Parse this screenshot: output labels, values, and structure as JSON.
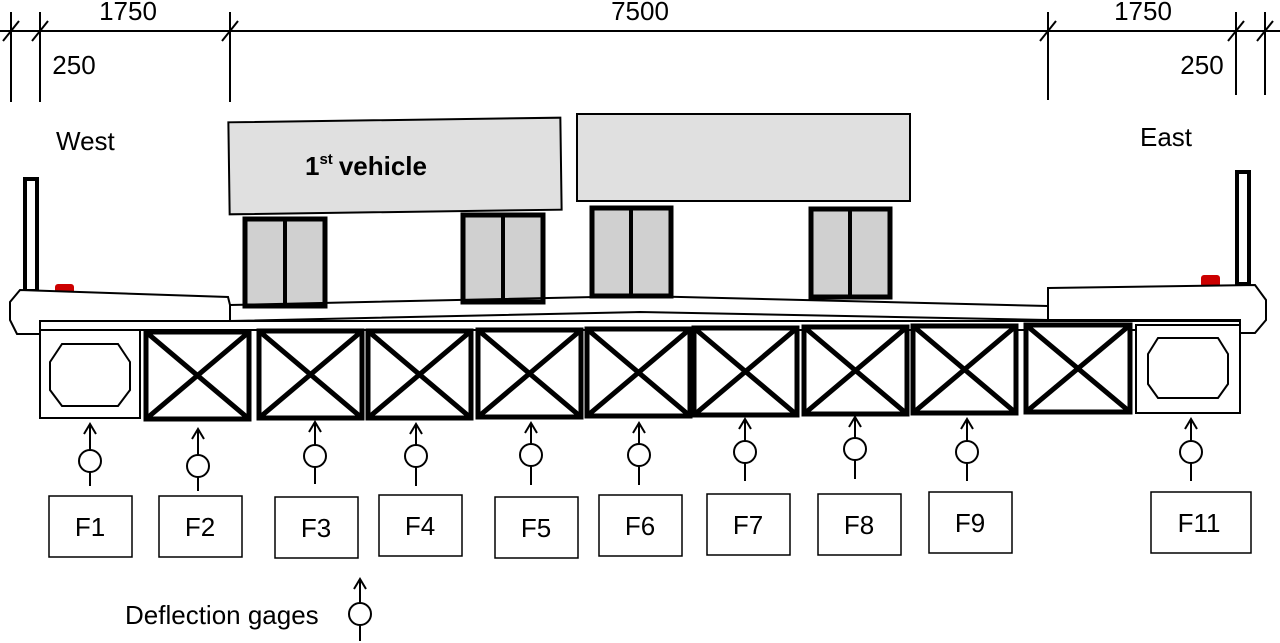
{
  "dimensions": {
    "left_overhang": "1750",
    "center": "7500",
    "right_overhang": "1750",
    "left_offset": "250",
    "right_offset": "250"
  },
  "sides": {
    "west": "West",
    "east": "East"
  },
  "vehicle": {
    "number": "1",
    "superscript": "st",
    "label": "vehicle"
  },
  "gages": [
    "F1",
    "F2",
    "F3",
    "F4",
    "F5",
    "F6",
    "F7",
    "F8",
    "F9",
    "F11"
  ],
  "legend": "Deflection gages",
  "colors": {
    "vehicle_fill": "#e0e0e0",
    "wheel_fill": "#d0d0d0",
    "curb_marker": "#cc0000"
  }
}
